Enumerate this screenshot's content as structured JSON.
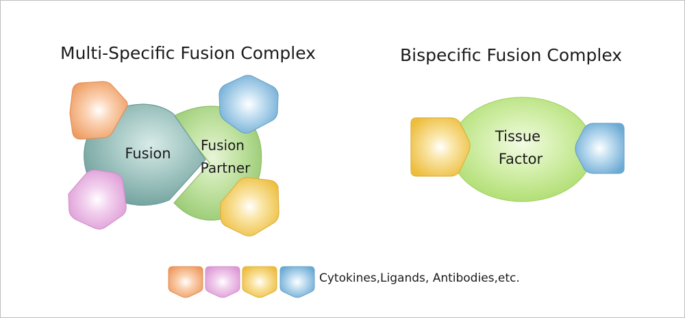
{
  "titles": {
    "multi_specific": "Multi-Specific Fusion Complex",
    "bispecific": "Bispecific Fusion Complex"
  },
  "multi_complex": {
    "fusion_label": "Fusion",
    "partner_label_line1": "Fusion",
    "partner_label_line2": "Partner"
  },
  "bispecific_complex": {
    "tissue_factor_line1": "Tissue",
    "tissue_factor_line2": "Factor"
  },
  "legend": {
    "text": "Cytokines,Ligands, Antibodies,etc.",
    "swatches": [
      "orange",
      "pink",
      "yellow",
      "blue"
    ]
  },
  "colors": {
    "orange": "#f0a36b",
    "pink": "#e2a3dc",
    "yellow": "#f0c64e",
    "blue": "#7fb6d9",
    "fusion_teal": "#7aa9a6",
    "partner_green": "#9dcf7a",
    "tissue_green": "#b5e27a"
  }
}
